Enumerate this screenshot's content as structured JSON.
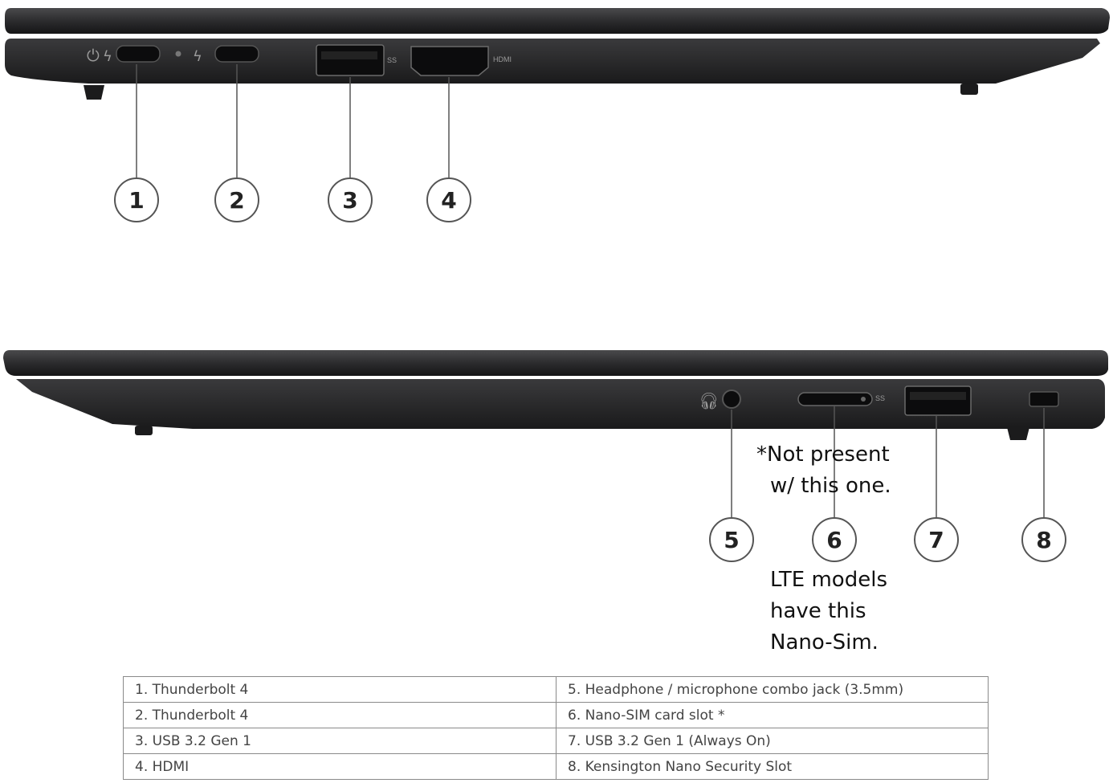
{
  "top_view": {
    "callouts": [
      "1",
      "2",
      "3",
      "4"
    ],
    "port_labels": {
      "usb": "SS",
      "hdmi": "HDMI"
    }
  },
  "bottom_view": {
    "callouts": [
      "5",
      "6",
      "7",
      "8"
    ],
    "port_labels": {
      "usb": "SS"
    }
  },
  "notes": {
    "not_present_line1": "*Not present",
    "not_present_line2": "w/ this one.",
    "lte_line1": "LTE models",
    "lte_line2": "have this",
    "lte_line3": "Nano-Sim."
  },
  "legend_table": {
    "rows": [
      [
        "1.  Thunderbolt 4",
        "5.  Headphone / microphone combo jack (3.5mm)"
      ],
      [
        "2.  Thunderbolt 4",
        "6.  Nano-SIM card slot *"
      ],
      [
        "3.  USB 3.2 Gen 1",
        "7.  USB 3.2 Gen 1 (Always On)"
      ],
      [
        "4.  HDMI",
        "8.  Kensington Nano Security Slot"
      ]
    ]
  },
  "colors": {
    "chassis": "#2a2a2c",
    "chassis_edge": "#121214",
    "line": "#555555"
  }
}
